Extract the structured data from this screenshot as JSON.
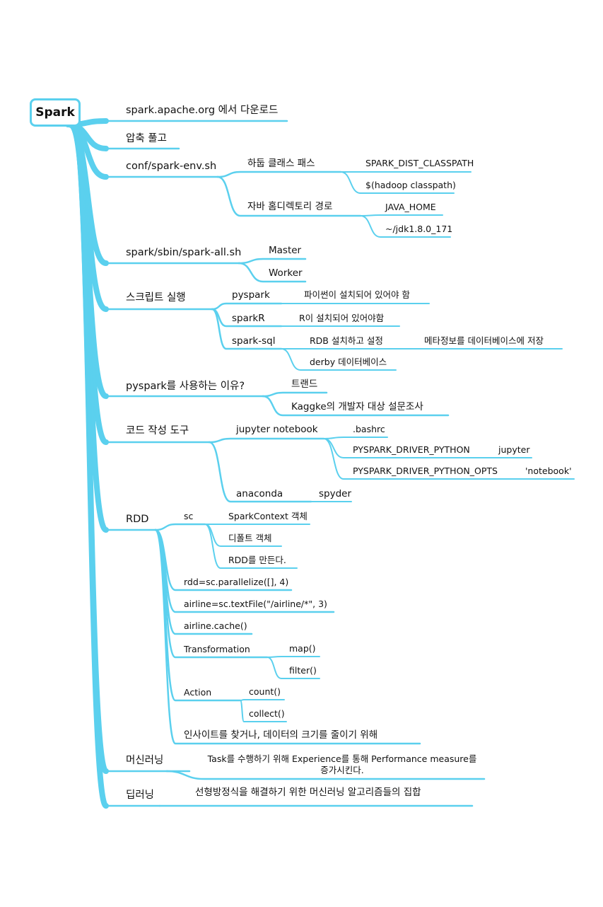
{
  "root": "Spark",
  "nodes": {
    "download": "spark.apache.org 에서 다운로드",
    "unzip": "압축 풀고",
    "conf": "conf/spark-env.sh",
    "hadoop_cp": "하둡 클래스 패스",
    "spark_dist_cp": "SPARK_DIST_CLASSPATH",
    "hadoop_classpath": "$(hadoop classpath)",
    "java_home_path": "자바 홈디렉토리 경로",
    "java_home": "JAVA_HOME",
    "jdk": "~/jdk1.8.0_171",
    "sbin": "spark/sbin/spark-all.sh",
    "master": "Master",
    "worker": "Worker",
    "script_run": "스크립트 실행",
    "pyspark": "pyspark",
    "python_req": "파이썬이 설치되어 있어야 함",
    "sparkr": "sparkR",
    "r_req": "R이 설치되어 있어야함",
    "sparksql": "spark-sql",
    "rdb": "RDB 설치하고 설정",
    "meta": "메타정보를 데이터베이스에 저장",
    "derby": "derby 데이터베이스",
    "why_pyspark": "pyspark를 사용하는 이유?",
    "trend": "트랜드",
    "kaggle": "Kaggke의 개발자 대상 설문조사",
    "code_tools": "코드 작성 도구",
    "jupyter_nb": "jupyter notebook",
    "bashrc": ".bashrc",
    "pdp": "PYSPARK_DRIVER_PYTHON",
    "jupyter": "jupyter",
    "pdpo": "PYSPARK_DRIVER_PYTHON_OPTS",
    "notebook": "'notebook'",
    "anaconda": "anaconda",
    "spyder": "spyder",
    "rdd": "RDD",
    "sc": "sc",
    "sc_obj": "SparkContext 객체",
    "default_obj": "디폴트 객체",
    "make_rdd": "RDD를 만든다.",
    "parallelize": "rdd=sc.parallelize([], 4)",
    "textfile": "airline=sc.textFile(\"/airline/*\", 3)",
    "cache": "airline.cache()",
    "transformation": "Transformation",
    "map": "map()",
    "filter": "filter()",
    "action": "Action",
    "count": "count()",
    "collect": "collect()",
    "insight": "인사이트를 찾거나, 데이터의 크기를 줄이기 위해",
    "ml": "머신러닝",
    "ml_desc": "Task를 수행하기 위해 Experience를 통해 Performance measure를 증가시킨다.",
    "dl": "딥러닝",
    "dl_desc": "선형방정식을 해결하기 위한 머신러닝 알고리즘들의 집합"
  },
  "colors": {
    "branch": "#5bd0ee"
  }
}
